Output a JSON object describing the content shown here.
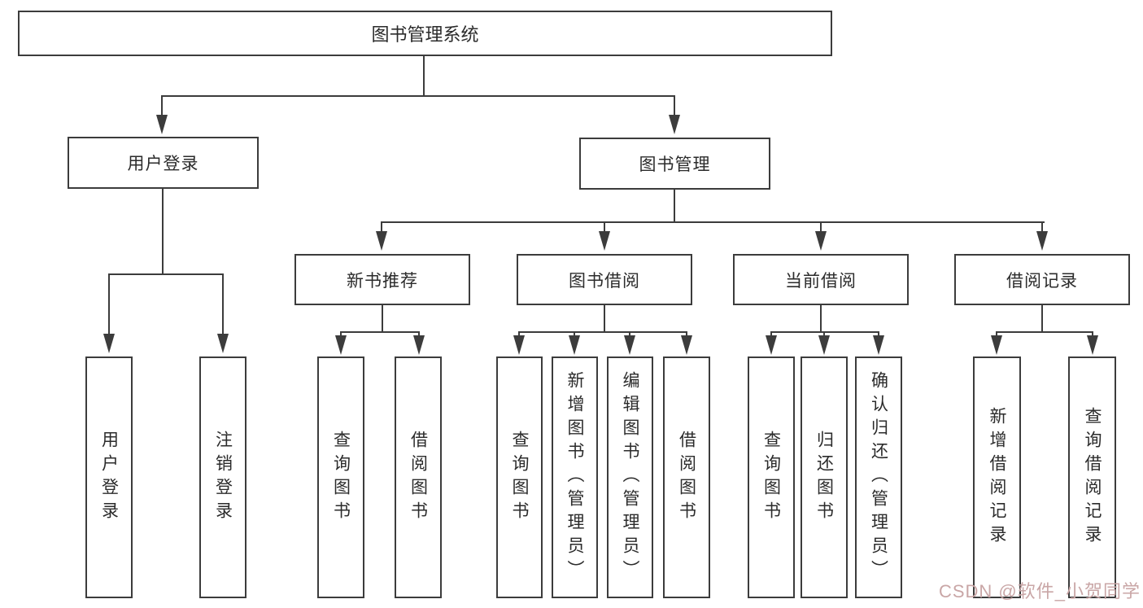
{
  "diagram": {
    "root": {
      "label": "图书管理系统"
    },
    "branches": [
      {
        "label": "用户登录",
        "children": [
          {
            "label": "用户登录"
          },
          {
            "label": "注销登录"
          }
        ]
      },
      {
        "label": "图书管理",
        "children": [
          {
            "label": "新书推荐",
            "children": [
              {
                "label": "查询图书"
              },
              {
                "label": "借阅图书"
              }
            ]
          },
          {
            "label": "图书借阅",
            "children": [
              {
                "label": "查询图书"
              },
              {
                "label": "新增图书（管理员）"
              },
              {
                "label": "编辑图书（管理员）"
              },
              {
                "label": "借阅图书"
              }
            ]
          },
          {
            "label": "当前借阅",
            "children": [
              {
                "label": "查询图书"
              },
              {
                "label": "归还图书"
              },
              {
                "label": "确认归还（管理员）"
              }
            ]
          },
          {
            "label": "借阅记录",
            "children": [
              {
                "label": "新增借阅记录"
              },
              {
                "label": "查询借阅记录"
              }
            ]
          }
        ]
      }
    ]
  },
  "watermark": {
    "text": "CSDN @软件_小贺同学"
  },
  "colors": {
    "line": "#3c3c3c",
    "text": "#2b2b2b",
    "background": "#ffffff",
    "watermark": "#c9a6a6"
  }
}
